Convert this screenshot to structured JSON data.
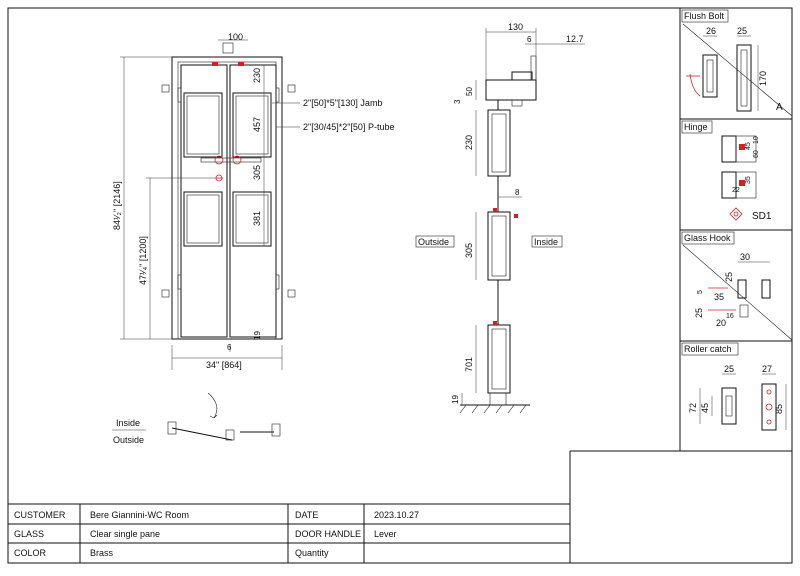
{
  "front_view": {
    "dims": {
      "top_offset": "100",
      "top_panel": "230",
      "panel_height": "457",
      "middle_gap": "305",
      "lower_panel": "381",
      "bottom_offset": "19",
      "bottom_small": "6",
      "overall_height": "84¹⁄₂\" [2146]",
      "handle_height": "47¹⁄₄\" [1200]",
      "overall_width": "34\" [864]"
    },
    "jamb_callout": "2\"[50]*5\"[130] Jamb",
    "ptube_callout": "2\"[30/45]*2\"[50] P-tube"
  },
  "plan_view": {
    "inside_label": "Inside",
    "outside_label": "Outside"
  },
  "section_view": {
    "dims": {
      "head_width": "130",
      "head_small": "6",
      "stop_width": "12.7",
      "frame_depth": "50",
      "head_gap": "3",
      "top_rail": "230",
      "gap_8": "8",
      "mid_rail": "305",
      "bottom_rail": "701",
      "floor_gap": "19"
    },
    "outside_label": "Outside",
    "inside_label": "Inside"
  },
  "details": {
    "flush_bolt": {
      "title": "Flush Bolt",
      "dim_a": "26",
      "dim_b": "25",
      "dim_c": "170",
      "mark": "A"
    },
    "hinge": {
      "title": "Hinge",
      "dim_a": "45",
      "dim_b": "10",
      "dim_c": "60",
      "dim_d": "35",
      "dim_e": "22",
      "code": "SD1"
    },
    "glass_hook": {
      "title": "Glass Hook",
      "dim_a": "30",
      "dim_b": "25",
      "dim_c": "5",
      "dim_d": "35",
      "dim_e": "25",
      "dim_f": "20",
      "dim_g": "16"
    },
    "roller_catch": {
      "title": "Roller catch",
      "dim_a": "25",
      "dim_b": "27",
      "dim_c": "72",
      "dim_d": "45",
      "dim_e": "85"
    }
  },
  "title_block": {
    "rows": [
      {
        "label": "CUSTOMER",
        "value": "Bere Giannini-WC Room",
        "label2": "DATE",
        "value2": "2023.10.27"
      },
      {
        "label": "GLASS",
        "value": "Clear single pane",
        "label2": "DOOR HANDLE",
        "value2": "Lever"
      },
      {
        "label": "COLOR",
        "value": "Brass",
        "label2": "Quantity",
        "value2": ""
      }
    ]
  },
  "colors": {
    "line": "#111111",
    "accent_red": "#d62020"
  }
}
